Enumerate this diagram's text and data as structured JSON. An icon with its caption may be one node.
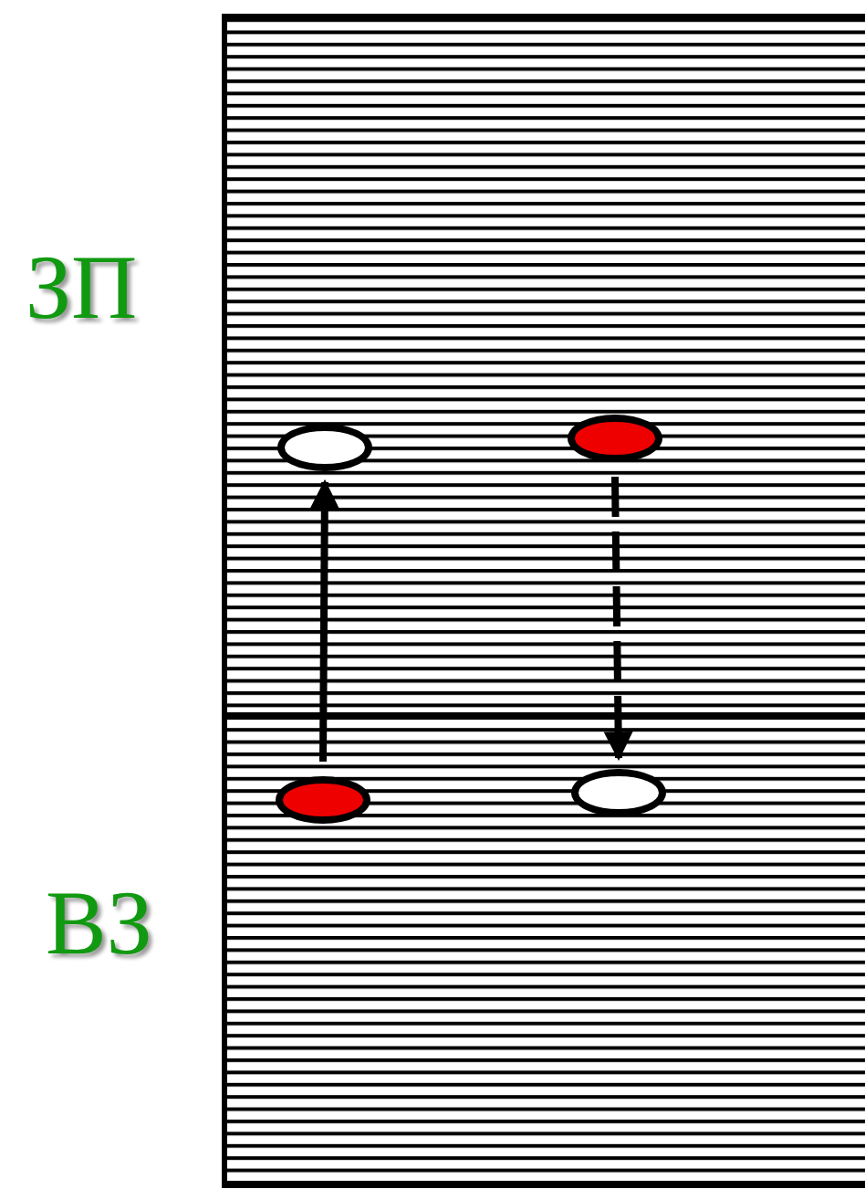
{
  "diagram": {
    "nodes": [
      {
        "text": [],
        "shape": "ellipse"
      },
      {
        "text": [],
        "shape": "ellipse"
      },
      {
        "text": [],
        "shape": "ellipse"
      },
      {
        "text": [],
        "shape": "ellipse"
      }
    ],
    "edges": [
      {
        "from": 2,
        "to": 0,
        "arrow": "to"
      },
      {
        "from": 1,
        "to": 3,
        "arrow": "to",
        "style": "dashed"
      }
    ],
    "labels": [
      "ЗП",
      "ВЗ"
    ]
  }
}
